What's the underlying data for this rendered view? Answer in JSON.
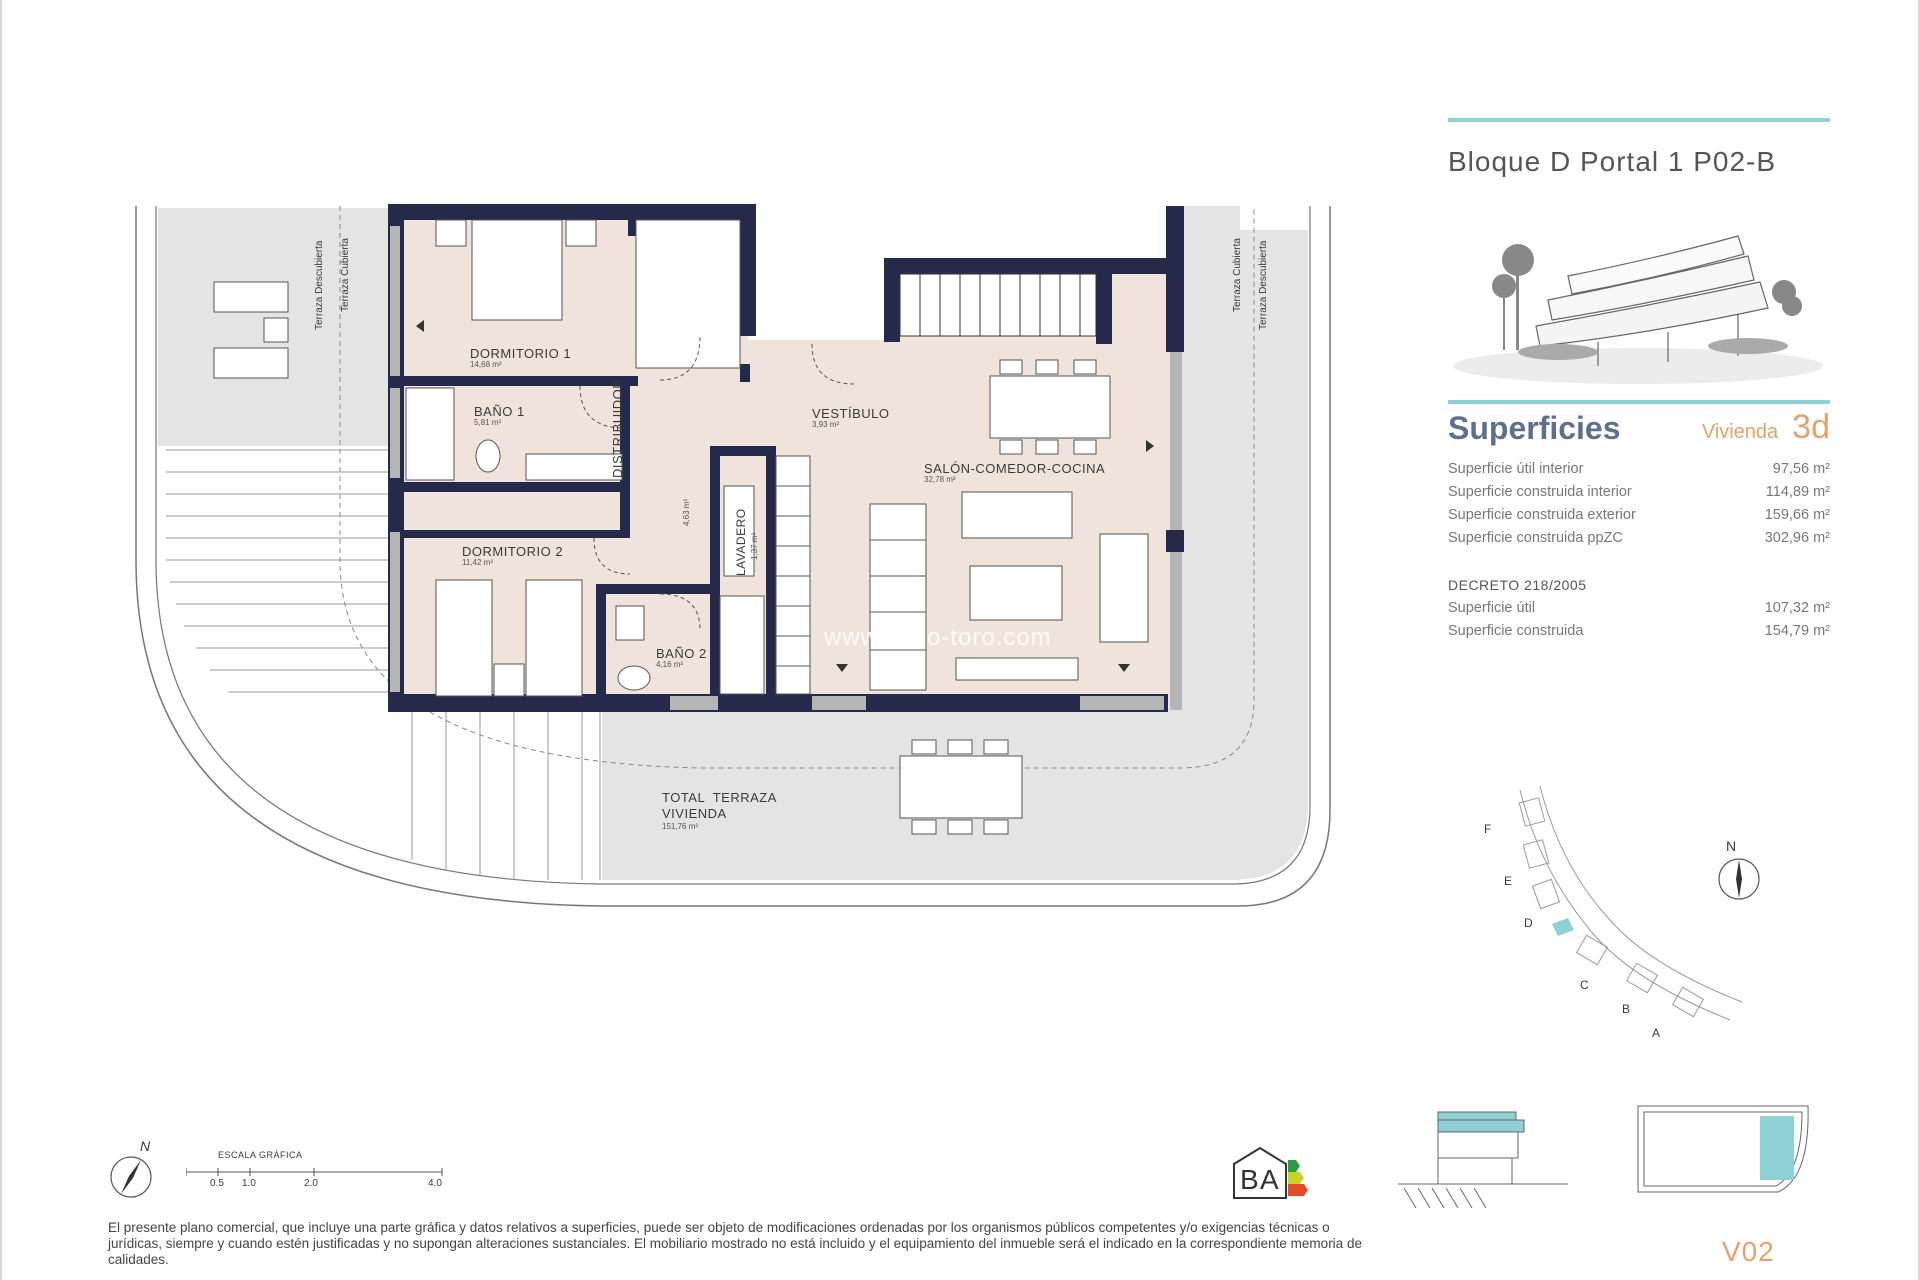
{
  "header": {
    "title": "Bloque D Portal 1 P02-B"
  },
  "superficies": {
    "heading": "Superficies",
    "vivienda_label": "Vivienda",
    "vivienda_code": "3d",
    "rows": [
      {
        "label": "Superficie útil interior",
        "value": "97,56 m²"
      },
      {
        "label": "Superficie construida interior",
        "value": "114,89 m²"
      },
      {
        "label": "Superficie construida exterior",
        "value": "159,66 m²"
      },
      {
        "label": "Superficie construida ppZC",
        "value": "302,96 m²"
      }
    ],
    "decreto_title": "DECRETO 218/2005",
    "decreto_rows": [
      {
        "label": "Superficie útil",
        "value": "107,32 m²"
      },
      {
        "label": "Superficie construida",
        "value": "154,79 m²"
      }
    ]
  },
  "rooms": {
    "dormitorio1": {
      "name": "DORMITORIO 1",
      "area": "14,68 m²"
    },
    "bano1": {
      "name": "BAÑO 1",
      "area": "5,81 m²"
    },
    "dormitorio2": {
      "name": "DORMITORIO 2",
      "area": "11,42 m²"
    },
    "bano2": {
      "name": "BAÑO 2",
      "area": "4,16 m²"
    },
    "distribuidor": {
      "name": "DISTRIBUIDOR",
      "area": "4,63 m²"
    },
    "lavadero": {
      "name": "LAVADERO",
      "area": "1,37 m²"
    },
    "vestibulo": {
      "name": "VESTÍBULO",
      "area": "3,93 m²"
    },
    "salon": {
      "name": "SALÓN-COMEDOR-COCINA",
      "area": "32,78 m²"
    },
    "terraza_line1": "TOTAL  TERRAZA",
    "terraza_line2": "VIVIENDA",
    "terraza_area": "151,76 m²",
    "terraza_descubierta": "Terraza Descubierta",
    "terraza_cubierta": "Terraza Cubierta"
  },
  "watermark": "www.inmo-toro.com",
  "keyplan": {
    "blocks": [
      "F",
      "E",
      "D",
      "C",
      "B",
      "A"
    ],
    "north": "N"
  },
  "scale": {
    "title": "ESCALA GRÁFICA",
    "ticks": [
      "0.5",
      "1.0",
      "2.0",
      "4.0"
    ],
    "north": "N"
  },
  "energy": {
    "rating_left": "B",
    "rating_right": "A"
  },
  "footer": {
    "disclaimer": "El presente plano comercial, que incluye una parte gráfica y datos relativos a superficies, puede ser objeto de modificaciones ordenadas por los organismos públicos competentes y/o exigencias técnicas o jurídicas, siempre y cuando estén justificadas y no supongan alteraciones sustanciales. El mobiliario mostrado no está incluido y el equipamiento del inmueble será el indicado en la correspondiente memoria de calidades.",
    "page_code": "V02"
  },
  "colors": {
    "accent": "#8fd0d7",
    "orange": "#e0a36f",
    "wall": "#252a4a",
    "floor": "#efe3dc",
    "terrace": "#e4e4e4"
  }
}
